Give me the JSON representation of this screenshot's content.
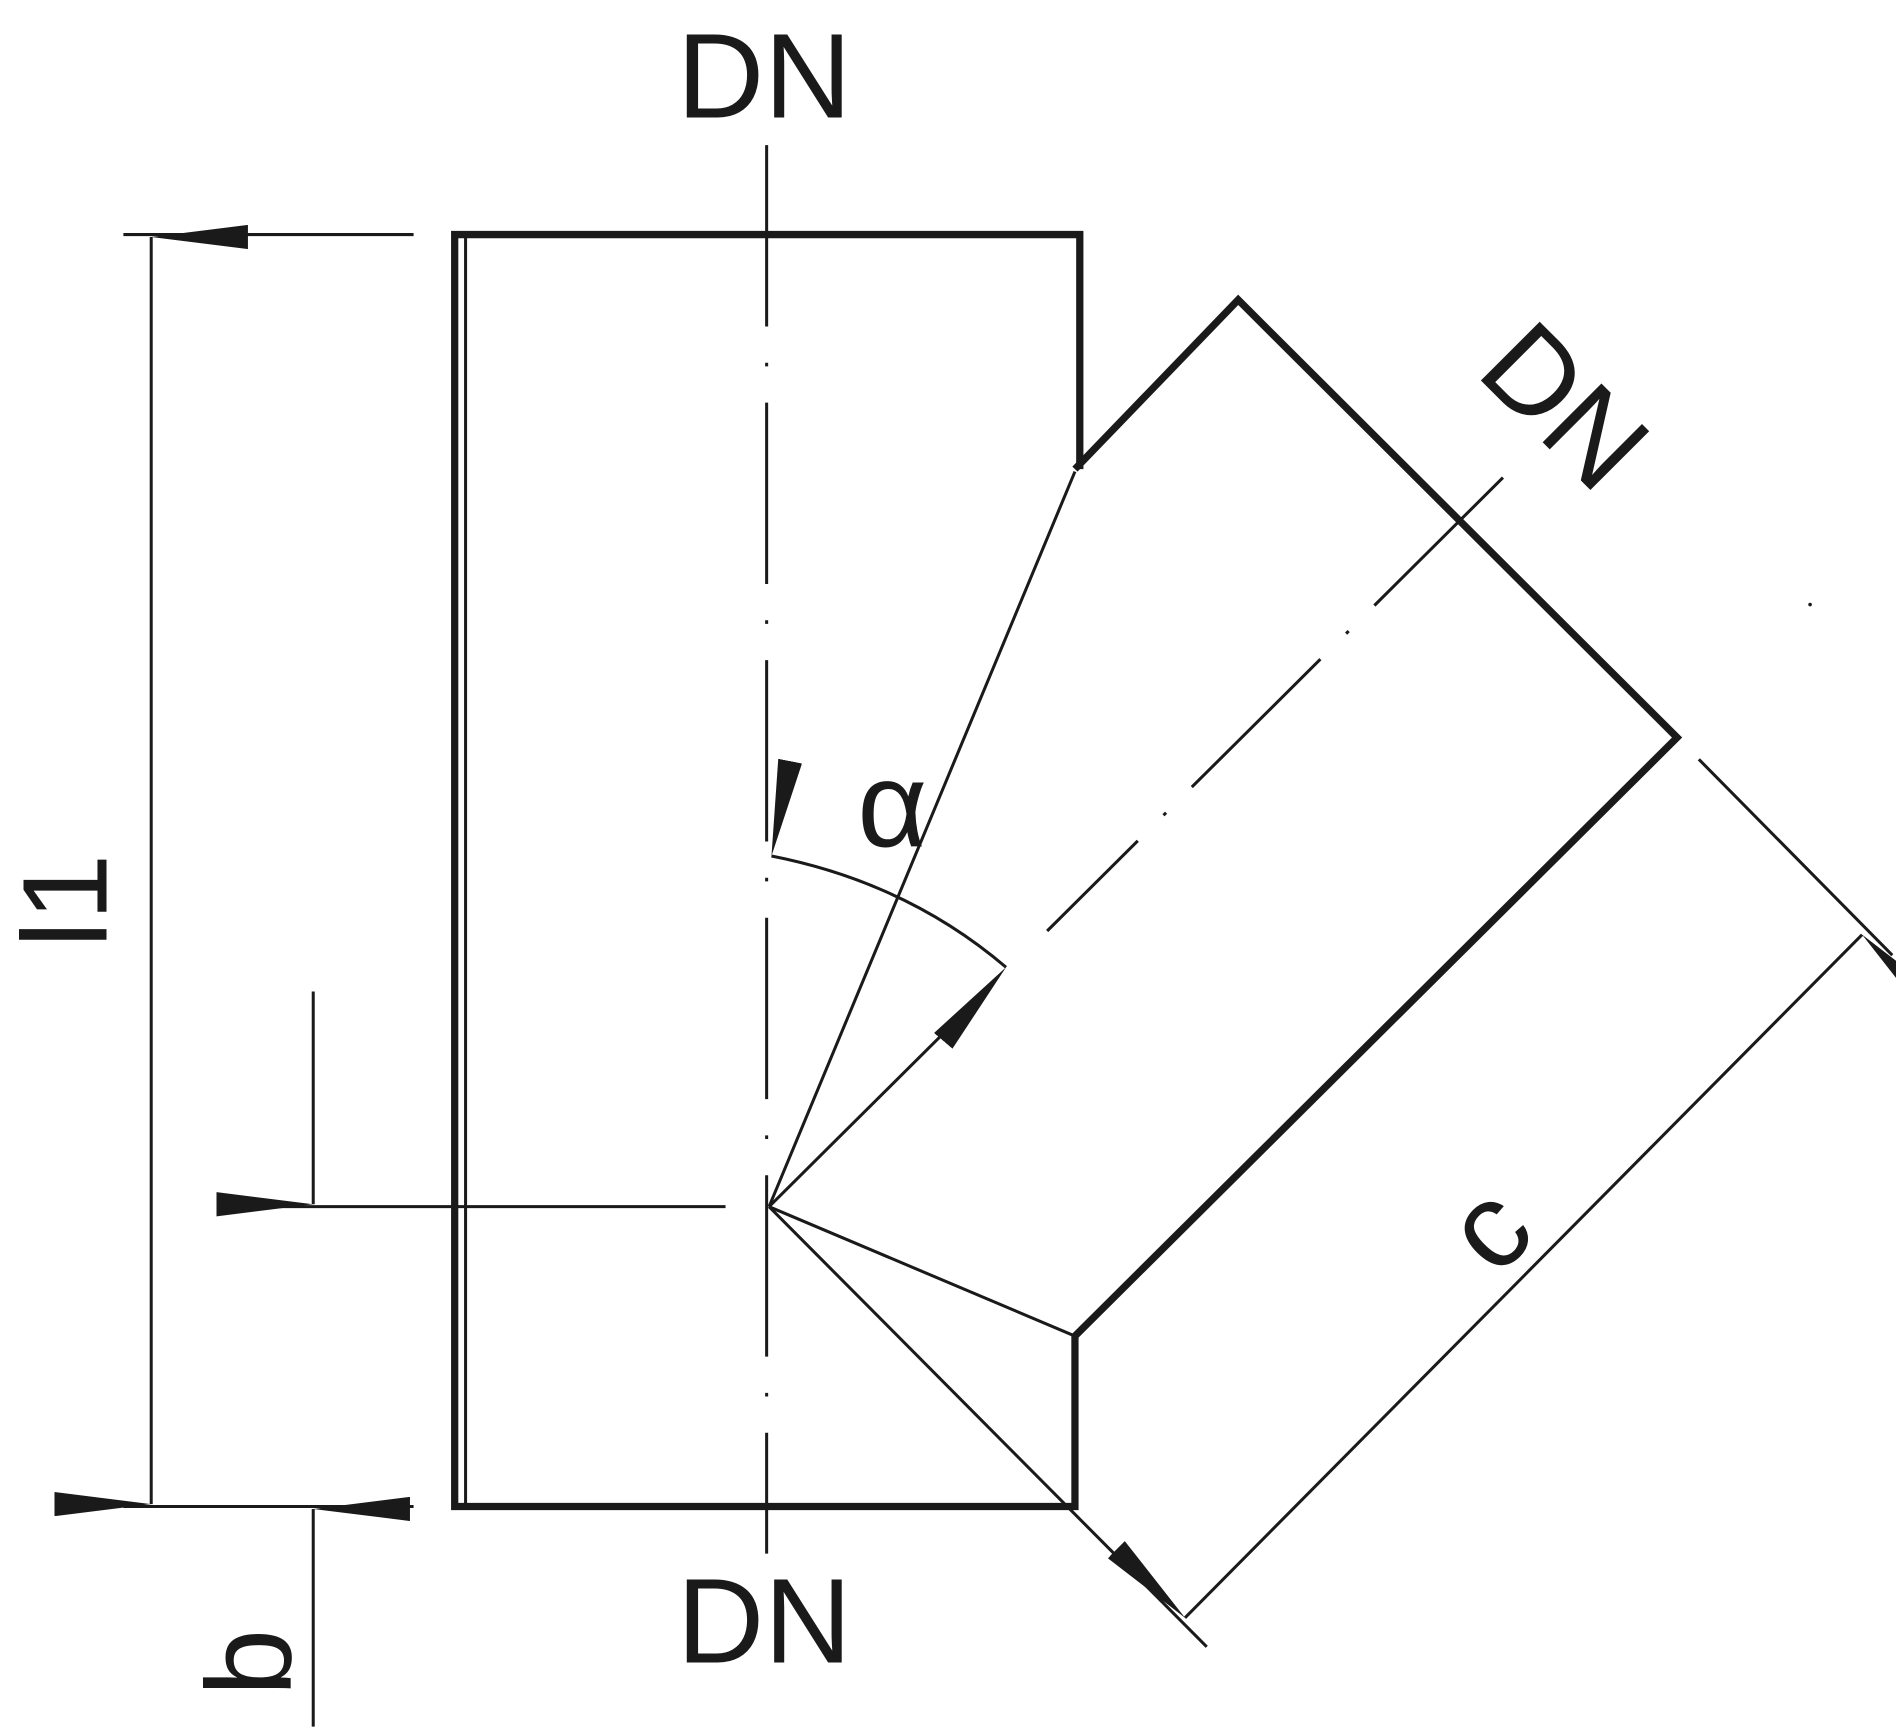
{
  "labels": {
    "dn_top": "DN",
    "dn_bottom": "DN",
    "dn_branch": "DN",
    "length": "l1",
    "offset": "b",
    "branch_length": "c",
    "angle": "α"
  },
  "colors": {
    "line": "#1a1a1a",
    "background": "#ffffff"
  }
}
